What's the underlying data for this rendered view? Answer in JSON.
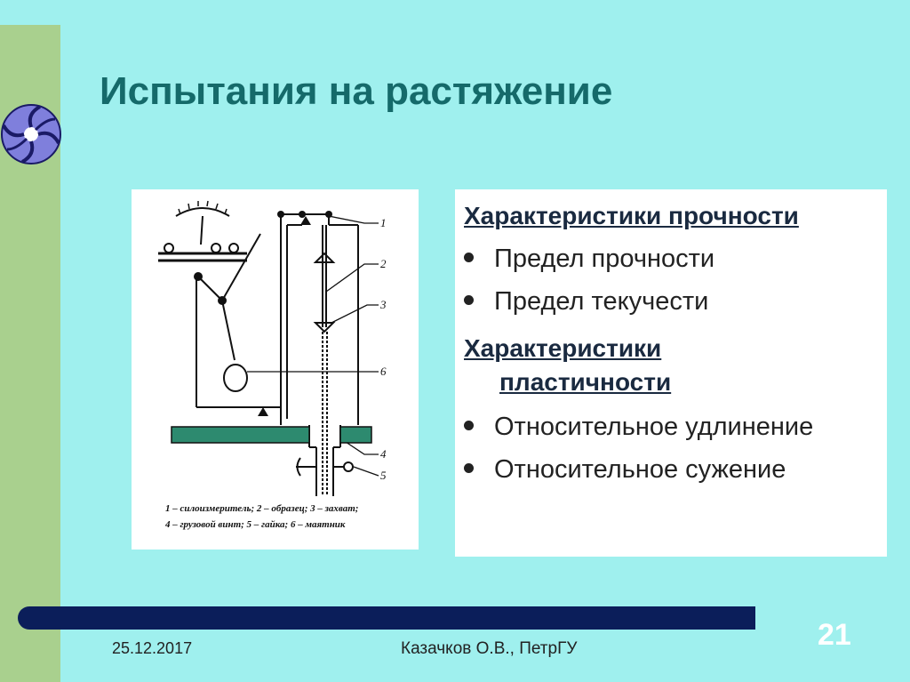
{
  "slide": {
    "title": "Испытания на растяжение",
    "date": "25.12.2017",
    "author": "Казачков О.В., ПетрГУ",
    "page_number": "21"
  },
  "figure": {
    "callouts": [
      "1",
      "2",
      "3",
      "6",
      "4",
      "5"
    ],
    "caption_line1": "1 – силоизмеритель; 2 – образец; 3 – захват;",
    "caption_line2": "4 – грузовой винт; 5 – гайка; 6 – маятник"
  },
  "content": {
    "heading1": "Характеристики прочности",
    "items1": [
      "Предел прочности",
      "Предел текучести"
    ],
    "heading2_line1": "Характеристики",
    "heading2_line2": "пластичности",
    "items2": [
      "Относительное удлинение",
      "Относительное сужение"
    ]
  },
  "colors": {
    "background": "#9ff0ee",
    "left_strip": "#a9d08e",
    "title": "#156a6a",
    "bar": "#0b1e5a"
  }
}
